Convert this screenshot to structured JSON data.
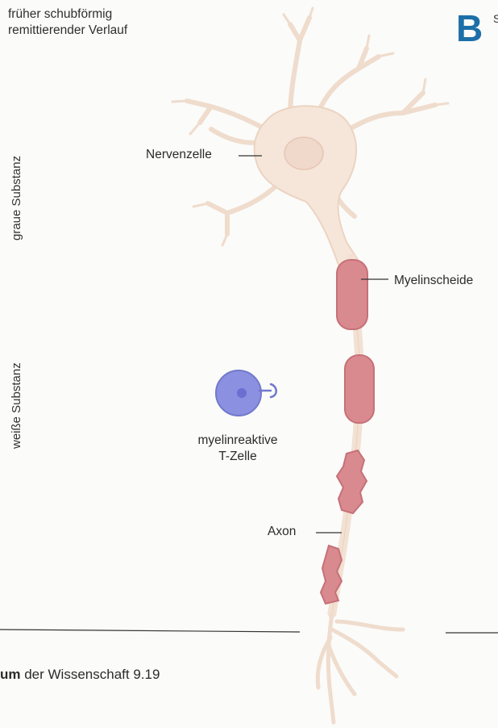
{
  "heading": {
    "line1": "früher schubförmig",
    "line2": "remittierender Verlauf"
  },
  "panel": {
    "letter": "B",
    "cut_text": "S V"
  },
  "side_labels": {
    "grey_matter": "graue Substanz",
    "white_matter": "weiße Substanz"
  },
  "labels": {
    "nerve_cell": "Nervenzelle",
    "myelin_sheath": "Myelinscheide",
    "axon": "Axon",
    "tcell_line1": "myelinreaktive",
    "tcell_line2": "T-Zelle"
  },
  "footer": {
    "bold_part": "um",
    "rest": " der Wissenschaft  9.19"
  },
  "colors": {
    "panel_letter": "#1d6fa8",
    "neuron_body": "#f6e6d9",
    "myelin": "#d98a8e",
    "tcell": "#8b90e0"
  }
}
